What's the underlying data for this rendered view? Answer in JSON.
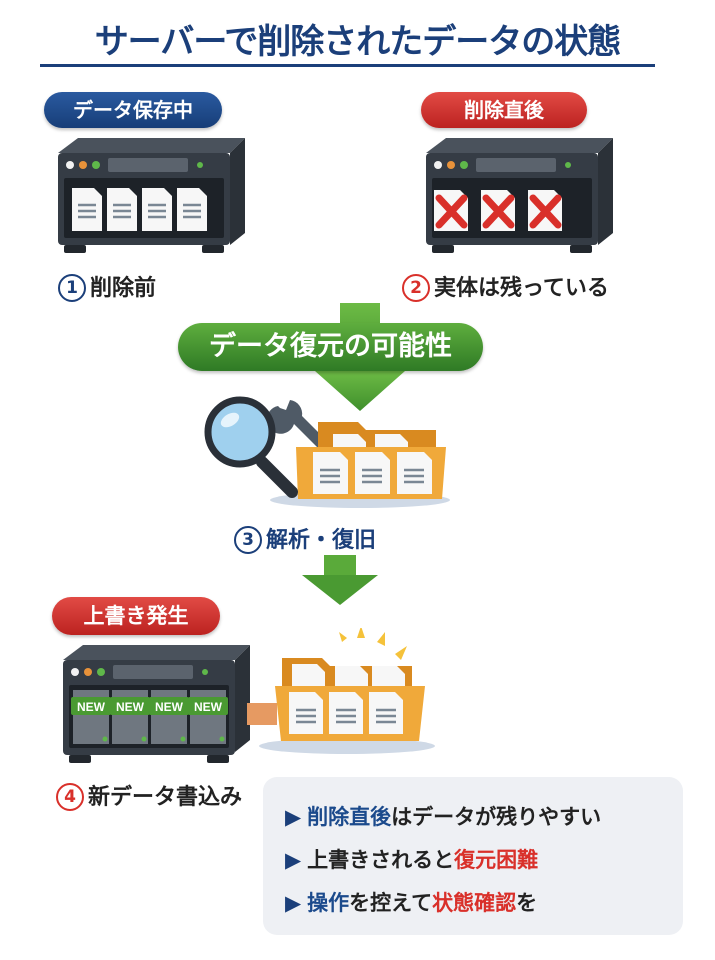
{
  "title": "サーバーで削除されたデータの状態",
  "colors": {
    "primary_blue": "#1b3f7a",
    "alert_red": "#d9302a",
    "success_green": "#4a9a32",
    "folder_orange": "#f0a93a"
  },
  "panels": [
    {
      "badge": "データ保存中",
      "step_number": "1",
      "step_label": "削除前",
      "icon": "server-with-files-icon",
      "file_count": 4
    },
    {
      "badge": "削除直後",
      "step_number": "2",
      "step_label": "実体は残っている",
      "icon": "server-with-deleted-files-icon",
      "deleted_count": 3
    }
  ],
  "recovery_banner": "データ復元の可能性",
  "recovery_step": {
    "step_number": "3",
    "step_label": "解析・復旧",
    "icons": [
      "magnifier-icon",
      "wrench-icon",
      "folder-with-files-icon"
    ]
  },
  "overwrite": {
    "badge": "上書き発生",
    "step_number": "4",
    "step_label": "新データ書込み",
    "new_tag": "NEW",
    "new_count": 4
  },
  "summary": [
    {
      "parts": [
        {
          "text": "削除直後",
          "style": "blue"
        },
        {
          "text": "はデータが残りやすい",
          "style": "plain"
        }
      ]
    },
    {
      "parts": [
        {
          "text": "上書きされると",
          "style": "plain"
        },
        {
          "text": "復元困難",
          "style": "red"
        }
      ]
    },
    {
      "parts": [
        {
          "text": "操作",
          "style": "blue"
        },
        {
          "text": "を控えて",
          "style": "plain"
        },
        {
          "text": "状態確認",
          "style": "red"
        },
        {
          "text": "を",
          "style": "plain"
        }
      ]
    }
  ],
  "bullet_glyph": "▶"
}
